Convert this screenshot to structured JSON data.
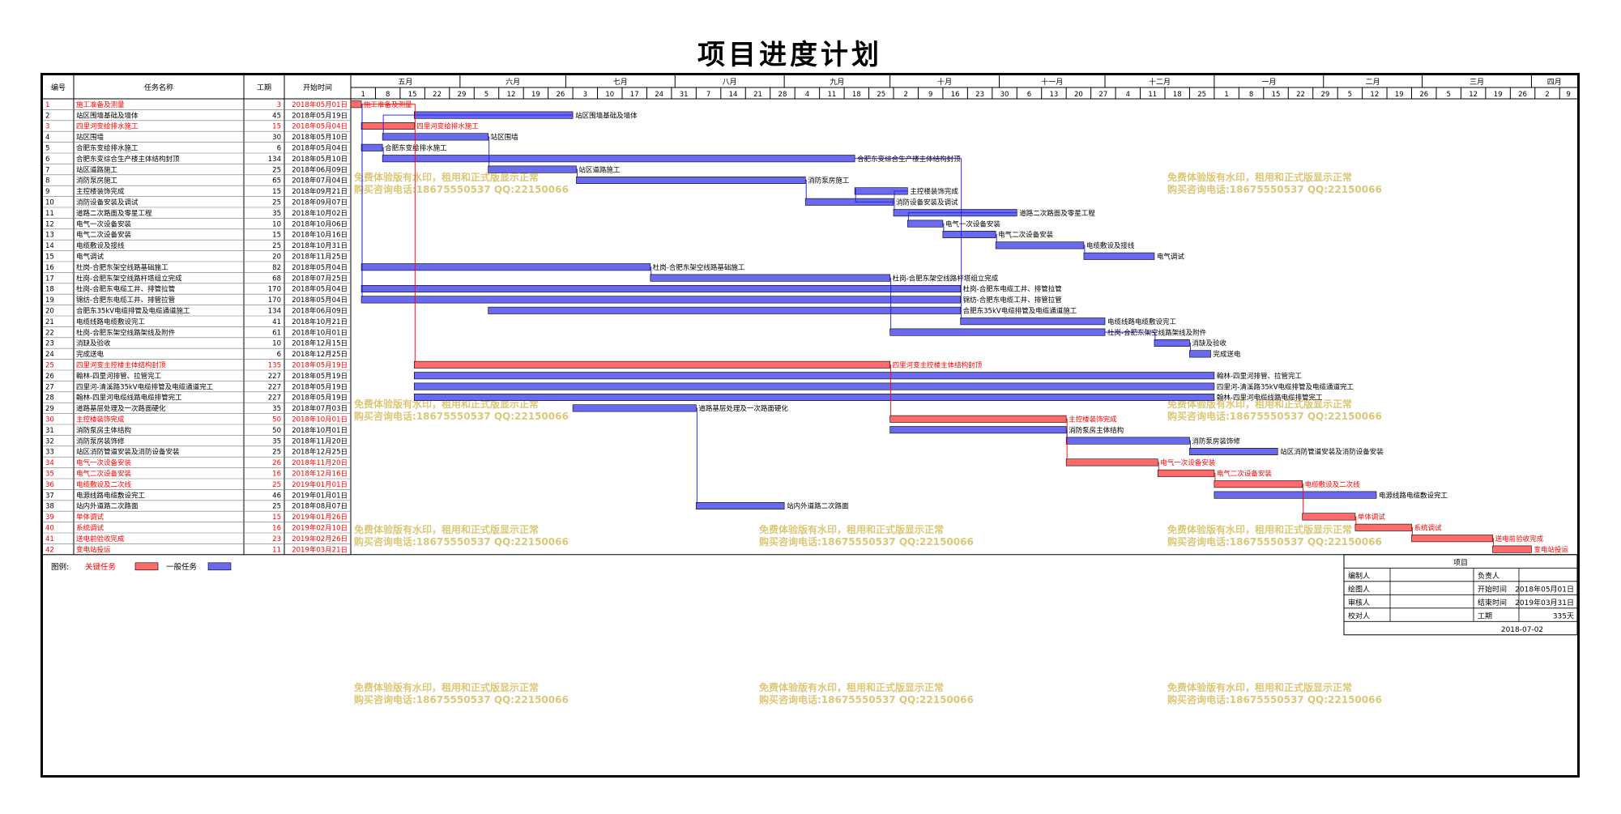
{
  "title": "项目进度计划",
  "headers": {
    "no": "编号",
    "name": "任务名称",
    "dur": "工期",
    "start": "开始时间"
  },
  "months": [
    "五月",
    "六月",
    "七月",
    "八月",
    "九月",
    "十月",
    "十一月",
    "十二月",
    "一月",
    "二月",
    "三月",
    "四月"
  ],
  "week_days": [
    "1",
    "8",
    "15",
    "22",
    "29",
    "5",
    "12",
    "19",
    "26",
    "3",
    "10",
    "17",
    "24",
    "31",
    "7",
    "14",
    "21",
    "28",
    "4",
    "11",
    "18",
    "25",
    "2",
    "9",
    "16",
    "23",
    "30",
    "6",
    "13",
    "20",
    "27",
    "4",
    "11",
    "18",
    "25",
    "1",
    "8",
    "15",
    "22",
    "29",
    "5",
    "12",
    "19",
    "26",
    "5",
    "12",
    "19",
    "26",
    "2",
    "9"
  ],
  "watermark": {
    "line1": "免费体验版有水印，租用和正式版显示正常",
    "line2": "购买咨询电话:18675550537 QQ:22150066"
  },
  "legend": {
    "label": "图例:",
    "critical": "关键任务",
    "normal": "一般任务"
  },
  "info_block": {
    "project_label": "项目",
    "rows": [
      {
        "l1": "编制人",
        "v1": "",
        "l2": "负责人",
        "v2": ""
      },
      {
        "l1": "绘图人",
        "v1": "",
        "l2": "开始时间",
        "v2": "2018年05月01日"
      },
      {
        "l1": "审核人",
        "v1": "",
        "l2": "结束时间",
        "v2": "2019年03月31日"
      },
      {
        "l1": "校对人",
        "v1": "",
        "l2": "工期",
        "v2": "335天"
      }
    ],
    "date": "2018-07-02"
  },
  "colors": {
    "critical": "#ff6b6b",
    "normal": "#6a6af0",
    "link": "#1a1ae6",
    "critical_text": "#ff0000",
    "watermark": "#d8c26a"
  },
  "chart_data": {
    "type": "gantt",
    "title": "项目进度计划",
    "x_range": [
      "2018-05-01",
      "2019-04-14"
    ],
    "tasks": [
      {
        "id": "1",
        "name": "施工准备及测量",
        "duration": 3,
        "start": "2018年05月01日",
        "critical": true
      },
      {
        "id": "2",
        "name": "站区围墙基础及墙体",
        "duration": 45,
        "start": "2018年05月19日",
        "critical": false
      },
      {
        "id": "3",
        "name": "四里河变给排水施工",
        "duration": 15,
        "start": "2018年05月04日",
        "critical": true
      },
      {
        "id": "4",
        "name": "站区围墙",
        "duration": 30,
        "start": "2018年05月10日",
        "critical": false
      },
      {
        "id": "5",
        "name": "合肥东变给排水施工",
        "duration": 6,
        "start": "2018年05月04日",
        "critical": false
      },
      {
        "id": "6",
        "name": "合肥东变综合生产楼主体结构封顶",
        "duration": 134,
        "start": "2018年05月10日",
        "critical": false
      },
      {
        "id": "7",
        "name": "站区道路施工",
        "duration": 25,
        "start": "2018年06月09日",
        "critical": false
      },
      {
        "id": "8",
        "name": "消防泵房施工",
        "duration": 65,
        "start": "2018年07月04日",
        "critical": false
      },
      {
        "id": "9",
        "name": "主控楼装饰完成",
        "duration": 15,
        "start": "2018年09月21日",
        "critical": false
      },
      {
        "id": "10",
        "name": "消防设备安装及调试",
        "duration": 25,
        "start": "2018年09月07日",
        "critical": false
      },
      {
        "id": "11",
        "name": "道路二次路面及零星工程",
        "duration": 35,
        "start": "2018年10月02日",
        "critical": false
      },
      {
        "id": "12",
        "name": "电气一次设备安装",
        "duration": 10,
        "start": "2018年10月06日",
        "critical": false
      },
      {
        "id": "13",
        "name": "电气二次设备安装",
        "duration": 15,
        "start": "2018年10月16日",
        "critical": false
      },
      {
        "id": "14",
        "name": "电缆敷设及接线",
        "duration": 25,
        "start": "2018年10月31日",
        "critical": false
      },
      {
        "id": "15",
        "name": "电气调试",
        "duration": 20,
        "start": "2018年11月25日",
        "critical": false
      },
      {
        "id": "16",
        "name": "杜岗-合肥东架空线路基础施工",
        "duration": 82,
        "start": "2018年05月04日",
        "critical": false
      },
      {
        "id": "17",
        "name": "杜岗-合肥东架空线路杆塔组立完成",
        "duration": 68,
        "start": "2018年07月25日",
        "critical": false
      },
      {
        "id": "18",
        "name": "杜岗-合肥东电缆工井、排管拉管",
        "duration": 170,
        "start": "2018年05月04日",
        "critical": false
      },
      {
        "id": "19",
        "name": "锦纺-合肥东电缆工井、排管拉管",
        "duration": 170,
        "start": "2018年05月04日",
        "critical": false
      },
      {
        "id": "20",
        "name": "合肥东35kV电缆排管及电缆通道施工",
        "duration": 134,
        "start": "2018年06月09日",
        "critical": false
      },
      {
        "id": "21",
        "name": "电缆线路电缆敷设完工",
        "duration": 41,
        "start": "2018年10月21日",
        "critical": false
      },
      {
        "id": "22",
        "name": "杜岗-合肥东架空线路架线及附件",
        "duration": 61,
        "start": "2018年10月01日",
        "critical": false
      },
      {
        "id": "23",
        "name": "消缺及验收",
        "duration": 10,
        "start": "2018年12月15日",
        "critical": false
      },
      {
        "id": "24",
        "name": "完成送电",
        "duration": 6,
        "start": "2018年12月25日",
        "critical": false
      },
      {
        "id": "25",
        "name": "四里河变主控楼主体结构封顶",
        "duration": 135,
        "start": "2018年05月19日",
        "critical": true
      },
      {
        "id": "26",
        "name": "翰林-四里河排管、拉管完工",
        "duration": 227,
        "start": "2018年05月19日",
        "critical": false
      },
      {
        "id": "27",
        "name": "四里河-清溪路35kV电缆排管及电缆通道完工",
        "duration": 227,
        "start": "2018年05月19日",
        "critical": false
      },
      {
        "id": "28",
        "name": "翰林-四里河电缆线路电缆排管完工",
        "duration": 227,
        "start": "2018年05月19日",
        "critical": false
      },
      {
        "id": "29",
        "name": "道路基层处理及一次路面硬化",
        "duration": 35,
        "start": "2018年07月03日",
        "critical": false
      },
      {
        "id": "30",
        "name": "主控楼装饰完成",
        "duration": 50,
        "start": "2018年10月01日",
        "critical": true
      },
      {
        "id": "31",
        "name": "消防泵房主体结构",
        "duration": 50,
        "start": "2018年10月01日",
        "critical": false
      },
      {
        "id": "32",
        "name": "消防泵房装饰修",
        "duration": 35,
        "start": "2018年11月20日",
        "critical": false
      },
      {
        "id": "33",
        "name": "站区消防管道安装及消防设备安装",
        "duration": 25,
        "start": "2018年12月25日",
        "critical": false
      },
      {
        "id": "34",
        "name": "电气一次设备安装",
        "duration": 26,
        "start": "2018年11月20日",
        "critical": true
      },
      {
        "id": "35",
        "name": "电气二次设备安装",
        "duration": 16,
        "start": "2018年12月16日",
        "critical": true
      },
      {
        "id": "36",
        "name": "电缆敷设及二次线",
        "duration": 25,
        "start": "2019年01月01日",
        "critical": true
      },
      {
        "id": "37",
        "name": "电源线路电缆敷设完工",
        "duration": 46,
        "start": "2019年01月01日",
        "critical": false
      },
      {
        "id": "38",
        "name": "站内外道路二次路面",
        "duration": 25,
        "start": "2018年08月07日",
        "critical": false
      },
      {
        "id": "39",
        "name": "单体调试",
        "duration": 15,
        "start": "2019年01月26日",
        "critical": true
      },
      {
        "id": "40",
        "name": "系统调试",
        "duration": 16,
        "start": "2019年02月10日",
        "critical": true
      },
      {
        "id": "41",
        "name": "送电前验收完成",
        "duration": 23,
        "start": "2019年02月26日",
        "critical": true
      },
      {
        "id": "42",
        "name": "变电站投运",
        "duration": 11,
        "start": "2019年03月21日",
        "critical": true
      }
    ]
  }
}
